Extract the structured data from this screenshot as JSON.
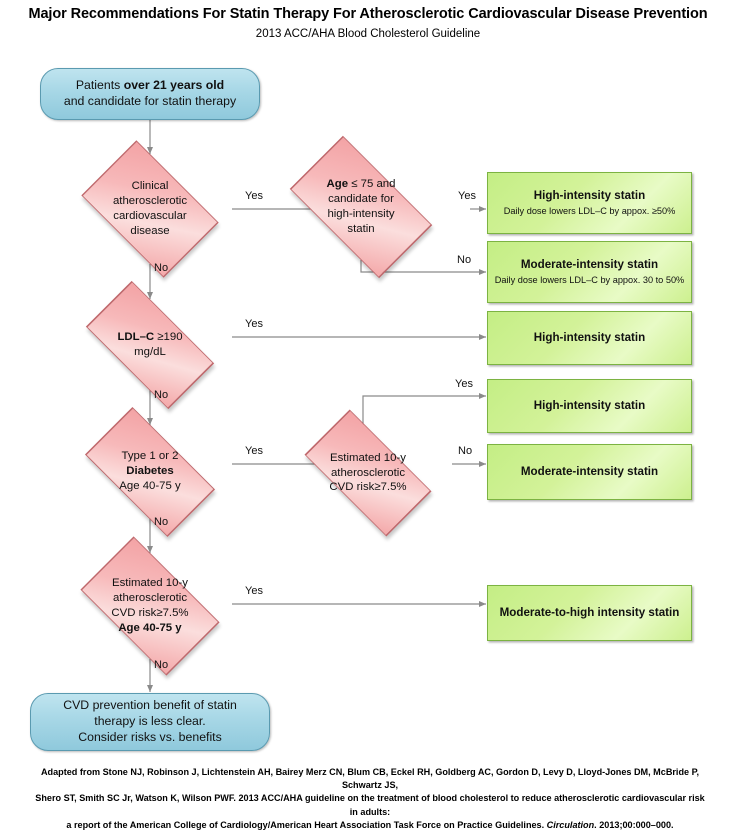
{
  "header": {
    "title": "Major Recommendations For Statin Therapy For Atherosclerotic Cardiovascular Disease Prevention",
    "subtitle": "2013 ACC/AHA Blood Cholesterol Guideline"
  },
  "colors": {
    "terminator_fill": "#a7d7e6",
    "terminator_border": "#5a9ab0",
    "decision_fill": "#f4aaab",
    "decision_border": "#c0686c",
    "result_fill": "#cdf08f",
    "result_border": "#7cb342",
    "connector": "#808080",
    "text": "#111111"
  },
  "chart_data": {
    "type": "flowchart",
    "title": "Major Recommendations For Statin Therapy For Atherosclerotic Cardiovascular Disease Prevention",
    "subtitle": "2013 ACC/AHA Blood Cholesterol Guideline",
    "nodes": [
      {
        "id": "start",
        "shape": "terminator",
        "text": "Patients over 21 years old and candidate for statin therapy"
      },
      {
        "id": "d1",
        "shape": "decision",
        "text": "Clinical atherosclerotic cardiovascular disease"
      },
      {
        "id": "d2",
        "shape": "decision",
        "text": "Age ≤ 75 and candidate for high-intensity statin"
      },
      {
        "id": "r1",
        "shape": "result",
        "text": "High-intensity statin",
        "sub": "Daily dose lowers LDL–C by appox. ≥50%"
      },
      {
        "id": "r2",
        "shape": "result",
        "text": "Moderate-intensity statin",
        "sub": "Daily dose lowers LDL–C by appox.  30 to 50%"
      },
      {
        "id": "d3",
        "shape": "decision",
        "text": "LDL–C ≥190 mg/dL"
      },
      {
        "id": "r3",
        "shape": "result",
        "text": "High-intensity statin",
        "sub": ""
      },
      {
        "id": "d4",
        "shape": "decision",
        "text": "Type 1 or 2 Diabetes Age 40-75 y"
      },
      {
        "id": "d5",
        "shape": "decision",
        "text": "Estimated 10-y atherosclerotic CVD risk≥7.5%"
      },
      {
        "id": "r4",
        "shape": "result",
        "text": "High-intensity statin",
        "sub": ""
      },
      {
        "id": "r5",
        "shape": "result",
        "text": "Moderate-intensity statin",
        "sub": ""
      },
      {
        "id": "d6",
        "shape": "decision",
        "text": "Estimated 10-y atherosclerotic CVD risk≥7.5% Age 40-75 y"
      },
      {
        "id": "r6",
        "shape": "result",
        "text": "Moderate-to-high intensity statin",
        "sub": ""
      },
      {
        "id": "end",
        "shape": "terminator",
        "text": "CVD prevention benefit of statin therapy is less clear. Consider risks vs. benefits"
      }
    ],
    "edges": [
      {
        "from": "start",
        "to": "d1",
        "label": ""
      },
      {
        "from": "d1",
        "to": "d2",
        "label": "Yes"
      },
      {
        "from": "d1",
        "to": "d3",
        "label": "No"
      },
      {
        "from": "d2",
        "to": "r1",
        "label": "Yes"
      },
      {
        "from": "d2",
        "to": "r2",
        "label": "No"
      },
      {
        "from": "d3",
        "to": "r3",
        "label": "Yes"
      },
      {
        "from": "d3",
        "to": "d4",
        "label": "No"
      },
      {
        "from": "d4",
        "to": "d5",
        "label": "Yes"
      },
      {
        "from": "d4",
        "to": "d6",
        "label": "No"
      },
      {
        "from": "d5",
        "to": "r4",
        "label": "Yes"
      },
      {
        "from": "d5",
        "to": "r5",
        "label": "No"
      },
      {
        "from": "d6",
        "to": "r6",
        "label": "Yes"
      },
      {
        "from": "d6",
        "to": "end",
        "label": "No"
      }
    ]
  },
  "nodes": {
    "start": {
      "line1_pre": "Patients ",
      "line1_bold": "over 21 years old",
      "line2": "and candidate for statin therapy"
    },
    "d1": {
      "l1": "Clinical",
      "l2": "atherosclerotic",
      "l3": "cardiovascular",
      "l4": "disease"
    },
    "d2": {
      "l1_bold": "Age",
      "l1_rest": " ≤ 75 and",
      "l2": "candidate for",
      "l3": "high-intensity",
      "l4": "statin"
    },
    "d3": {
      "l1_bold": "LDL–C",
      "l1_rest": " ≥190",
      "l2": "mg/dL"
    },
    "d4": {
      "l1": "Type 1 or 2",
      "l2_bold": "Diabetes",
      "l3": "Age 40-75 y"
    },
    "d5": {
      "l1": "Estimated 10-y",
      "l2": "atherosclerotic",
      "l3": "CVD risk≥7.5%"
    },
    "d6": {
      "l1": "Estimated 10-y",
      "l2": "atherosclerotic",
      "l3": "CVD risk≥7.5%",
      "l4_bold": "Age 40-75 y"
    },
    "end": {
      "l1": "CVD prevention benefit of statin",
      "l2": "therapy is less clear.",
      "l3": "Consider risks vs. benefits"
    },
    "r1": {
      "title": "High-intensity statin",
      "sub": "Daily dose lowers LDL–C by appox. ≥50%"
    },
    "r2": {
      "title": "Moderate-intensity statin",
      "sub": "Daily dose lowers LDL–C by appox.  30 to 50%"
    },
    "r3": {
      "title": "High-intensity statin"
    },
    "r4": {
      "title": "High-intensity statin"
    },
    "r5": {
      "title": "Moderate-intensity statin"
    },
    "r6": {
      "title": "Moderate-to-high intensity statin"
    }
  },
  "edge_labels": {
    "d1_yes": "Yes",
    "d1_no": "No",
    "d2_yes": "Yes",
    "d2_no": "No",
    "d3_yes": "Yes",
    "d3_no": "No",
    "d4_yes": "Yes",
    "d4_no": "No",
    "d5_yes": "Yes",
    "d5_no": "No",
    "d6_yes": "Yes",
    "d6_no": "No"
  },
  "footer": {
    "line1": "Adapted from Stone NJ, Robinson J, Lichtenstein AH, Bairey Merz CN, Blum CB, Eckel RH, Goldberg AC, Gordon D, Levy D, Lloyd-Jones DM, McBride P, Schwartz JS,",
    "line2": "Shero ST,  Smith SC Jr,  Watson K, Wilson PWF. 2013 ACC/AHA guideline on the treatment of  blood cholesterol to reduce atherosclerotic cardiovascular risk in adults:",
    "line3_pre": "a report of the American College of Cardiology/American Heart Association Task Force on Practice Guidelines. ",
    "line3_ital": "Circulation",
    "line3_post": ". 2013;00:000–000."
  }
}
